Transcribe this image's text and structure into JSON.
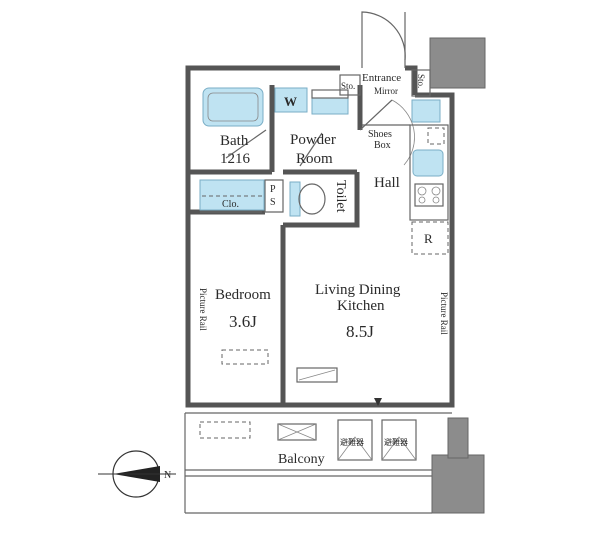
{
  "rooms": {
    "bath": "Bath",
    "bath_size": "1216",
    "powder_room_line1": "Powder",
    "powder_room_line2": "Room",
    "washer": "W",
    "storage_1": "Sto.",
    "storage_2": "Sto.",
    "entrance": "Entrance",
    "mirror": "Mirror",
    "shoes_box_line1": "Shoes",
    "shoes_box_line2": "Box",
    "hall": "Hall",
    "toilet": "Toilet",
    "ps": "PS",
    "closet": "Clo.",
    "bedroom": "Bedroom",
    "bedroom_size": "3.6J",
    "ldk_line1": "Living Dining",
    "ldk_line2": "Kitchen",
    "ldk_size": "8.5J",
    "refrigerator": "R",
    "picture_rail_left": "Picture Rail",
    "picture_rail_right": "Picture Rail",
    "balcony": "Balcony",
    "evac_ladder": "避難器",
    "evac_hatch": "避難器"
  },
  "compass": {
    "north": "N"
  },
  "colors": {
    "wall": "#555555",
    "fixture_blue": "#bfe3f2",
    "column_gray": "#8c8c8c"
  }
}
